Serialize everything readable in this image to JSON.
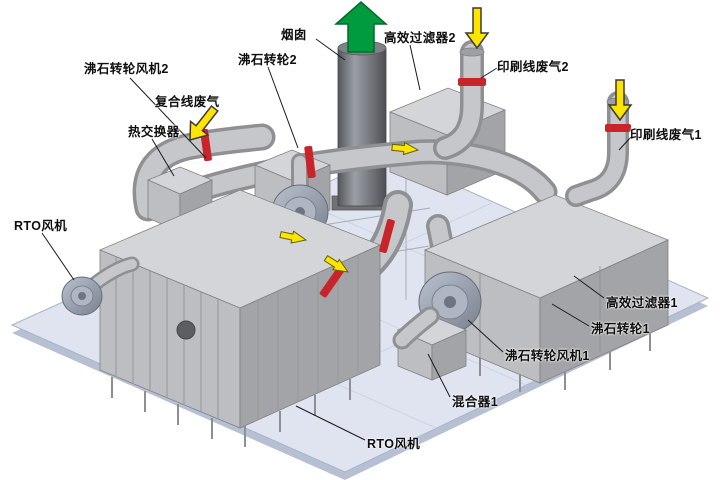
{
  "diagram": {
    "labels": [
      {
        "id": "zeolite-rotor-fan-2",
        "text": "沸石转轮风机2"
      },
      {
        "id": "zeolite-rotor-2",
        "text": "沸石转轮2"
      },
      {
        "id": "chimney",
        "text": "烟囱"
      },
      {
        "id": "hepa-filter-2",
        "text": "高效过滤器2"
      },
      {
        "id": "printing-line-exhaust-2",
        "text": "印刷线废气2"
      },
      {
        "id": "printing-line-exhaust-1",
        "text": "印刷线废气1"
      },
      {
        "id": "laminating-line-exhaust",
        "text": "复合线废气"
      },
      {
        "id": "heat-exchanger",
        "text": "热交换器"
      },
      {
        "id": "rto-fan-left",
        "text": "RTO风机"
      },
      {
        "id": "hepa-filter-1",
        "text": "高效过滤器1"
      },
      {
        "id": "zeolite-rotor-1",
        "text": "沸石转轮1"
      },
      {
        "id": "zeolite-rotor-fan-1",
        "text": "沸石转轮风机1"
      },
      {
        "id": "mixer-1",
        "text": "混合器1"
      },
      {
        "id": "rto-fan-bottom",
        "text": "RTO风机"
      }
    ],
    "arrows": {
      "exhaust_up_color": "#009b3e",
      "inlet_down_color": "#ffe400",
      "inlet_arrow_count": 3
    },
    "colors": {
      "platform": "#dfe4f0",
      "equipment_gray": "#c6c7ca",
      "chimney_dark": "#5d6065",
      "flange_red": "#c8242a"
    }
  }
}
